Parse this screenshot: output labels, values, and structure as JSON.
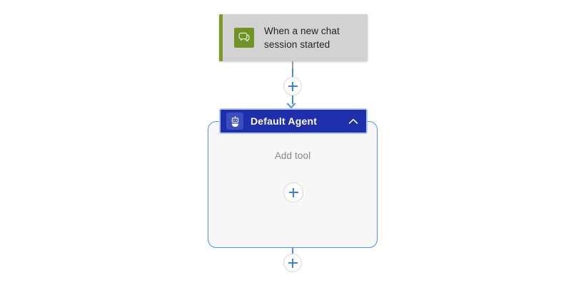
{
  "canvas": {
    "background_color": "#ffffff"
  },
  "trigger_node": {
    "name": "trigger-node",
    "label_line1": "When a new chat",
    "label_line2": "session started",
    "icon": "chat-bubble-icon",
    "accent_color": "#7a9a2e",
    "icon_background": "#6f9327",
    "card_background": "#d2d2d2",
    "text_color": "#242424"
  },
  "connectors": {
    "plus_top": {
      "name": "add-step-between-trigger-and-agent-button",
      "icon": "plus-icon",
      "color": "#3b82e0"
    },
    "plus_bottom": {
      "name": "add-step-after-agent-button",
      "icon": "plus-icon",
      "color": "#3b82e0"
    },
    "line_color": "#4a8cf0",
    "arrow": "arrow-down-icon"
  },
  "agent_node": {
    "name": "default-agent-node",
    "title": "Default Agent",
    "icon": "robot-icon",
    "collapse_icon": "chevron-up-icon",
    "header_background": "#1f2eaa",
    "header_border": "#adc6f0",
    "title_color": "#ffffff",
    "body": {
      "placeholder": "Add tool",
      "placeholder_color": "#868686",
      "background": "#f7f7f7",
      "border_color": "#4a90ee",
      "add_tool_button": {
        "name": "add-tool-button",
        "icon": "plus-icon",
        "color": "#3b82e0"
      }
    }
  }
}
